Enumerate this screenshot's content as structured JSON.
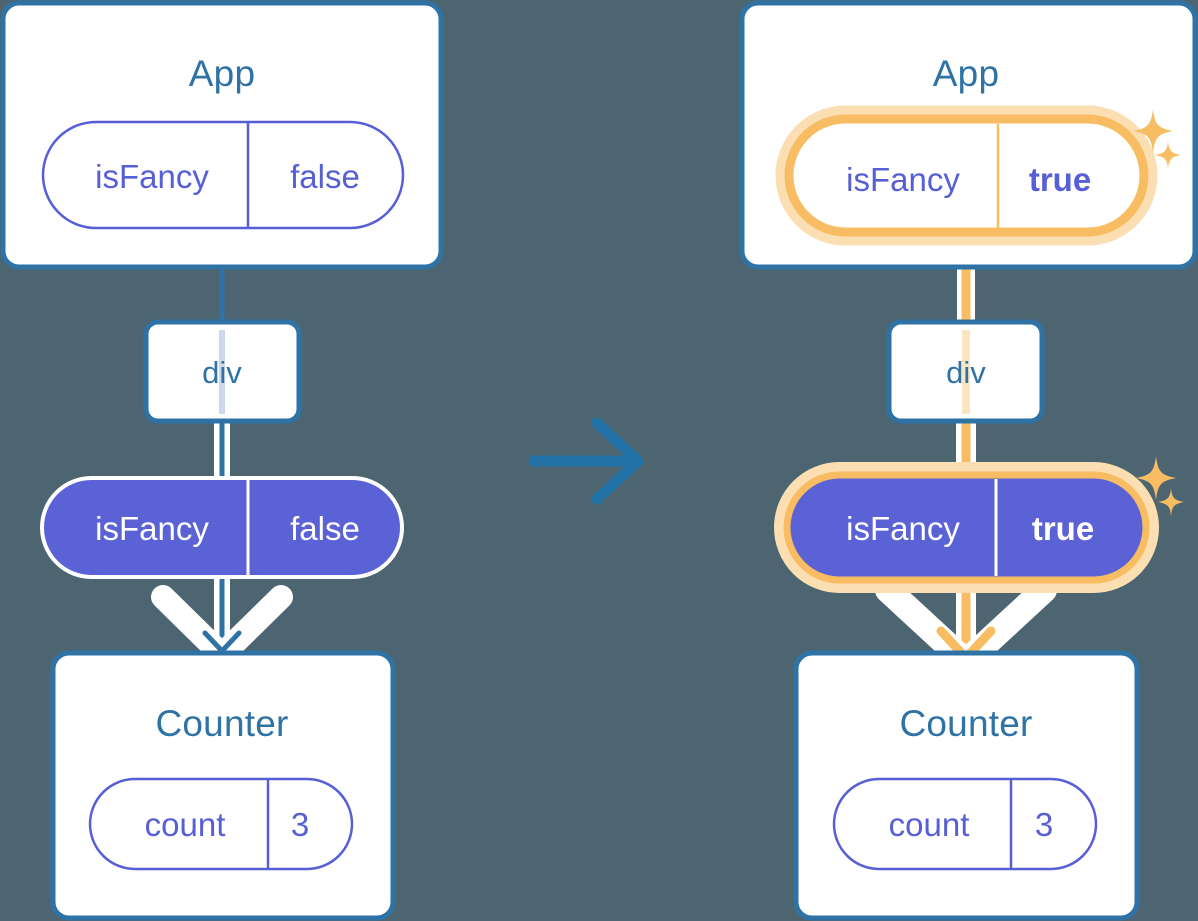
{
  "meta": {
    "domain": "Diagram",
    "description": "React state propagation diagram: before and after isFancy changes",
    "background_color": "#4c6570"
  },
  "colors": {
    "background": "#4c6570",
    "box_border_blue": "#2f72a5",
    "box_fill": "#ffffff",
    "title_blue": "#2f72a5",
    "pill_purple_fill": "#5b62d6",
    "pill_purple_stroke": "#575fd6",
    "pill_text_purple": "#575fd6",
    "pill_text_white": "#ffffff",
    "highlight_orange": "#f8bd63",
    "highlight_orange_soft": "#fbdfb2",
    "connector_blue": "#2f72a5",
    "connector_light_blue": "#cdd9ea",
    "connector_light_orange": "#fbe6c4",
    "white_stroke": "#ffffff"
  },
  "left_diagram": {
    "name": "before-state",
    "app_box": {
      "title": "App",
      "pill": {
        "key": "isFancy",
        "value": "false",
        "highlighted": false,
        "filled": false
      }
    },
    "div_box": {
      "label": "div"
    },
    "props_pill": {
      "key": "isFancy",
      "value": "false",
      "highlighted": false,
      "filled": true
    },
    "counter_box": {
      "title": "Counter",
      "pill": {
        "key": "count",
        "value": "3",
        "highlighted": false,
        "filled": false
      }
    }
  },
  "transition": {
    "arrow_icon": "arrow-right-icon",
    "direction": "right"
  },
  "right_diagram": {
    "name": "after-state",
    "app_box": {
      "title": "App",
      "pill": {
        "key": "isFancy",
        "value": "true",
        "highlighted": true,
        "filled": false
      },
      "sparkle_icon": "sparkles-icon"
    },
    "div_box": {
      "label": "div"
    },
    "props_pill": {
      "key": "isFancy",
      "value": "true",
      "highlighted": true,
      "filled": true,
      "sparkle_icon": "sparkles-icon"
    },
    "counter_box": {
      "title": "Counter",
      "pill": {
        "key": "count",
        "value": "3",
        "highlighted": false,
        "filled": false
      }
    }
  }
}
